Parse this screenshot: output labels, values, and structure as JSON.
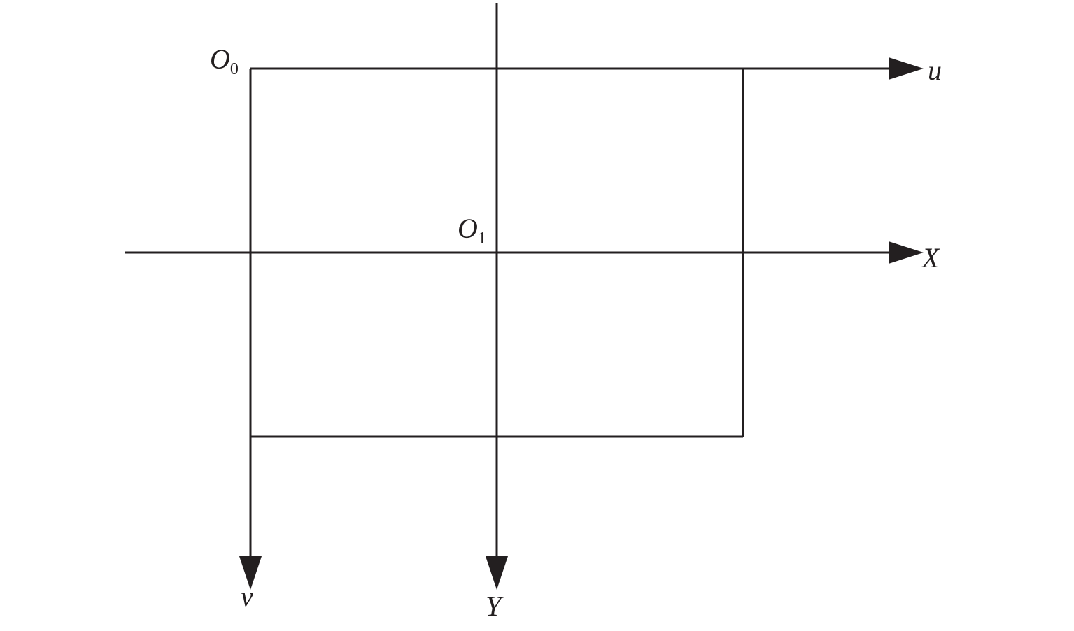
{
  "diagram": {
    "labels": {
      "o0": {
        "main": "O",
        "sub": "0"
      },
      "o1": {
        "main": "O",
        "sub": "1"
      },
      "u": "u",
      "v": "v",
      "x": "X",
      "y": "Y"
    },
    "color": "#231f20"
  }
}
